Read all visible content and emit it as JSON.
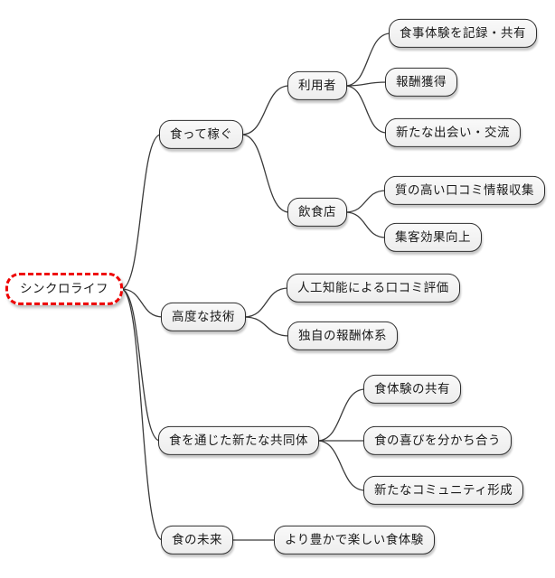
{
  "tree": {
    "root": {
      "label": "シンクロライフ",
      "children": [
        {
          "label": "食って稼ぐ",
          "children": [
            {
              "label": "利用者",
              "children": [
                {
                  "label": "食事体験を記録・共有"
                },
                {
                  "label": "報酬獲得"
                },
                {
                  "label": "新たな出会い・交流"
                }
              ]
            },
            {
              "label": "飲食店",
              "children": [
                {
                  "label": "質の高い口コミ情報収集"
                },
                {
                  "label": "集客効果向上"
                }
              ]
            }
          ]
        },
        {
          "label": "高度な技術",
          "children": [
            {
              "label": "人工知能による口コミ評価"
            },
            {
              "label": "独自の報酬体系"
            }
          ]
        },
        {
          "label": "食を通じた新たな共同体",
          "children": [
            {
              "label": "食体験の共有"
            },
            {
              "label": "食の喜びを分かち合う"
            },
            {
              "label": "新たなコミュニティ形成"
            }
          ]
        },
        {
          "label": "食の未来",
          "children": [
            {
              "label": "より豊かで楽しい食体験"
            }
          ]
        }
      ]
    }
  },
  "colors": {
    "root_border": "#ee0000",
    "node_border": "#2d2d2d",
    "node_fill": "#f1f1f1",
    "connector": "#3a3a3a",
    "background": "#ffffff"
  }
}
